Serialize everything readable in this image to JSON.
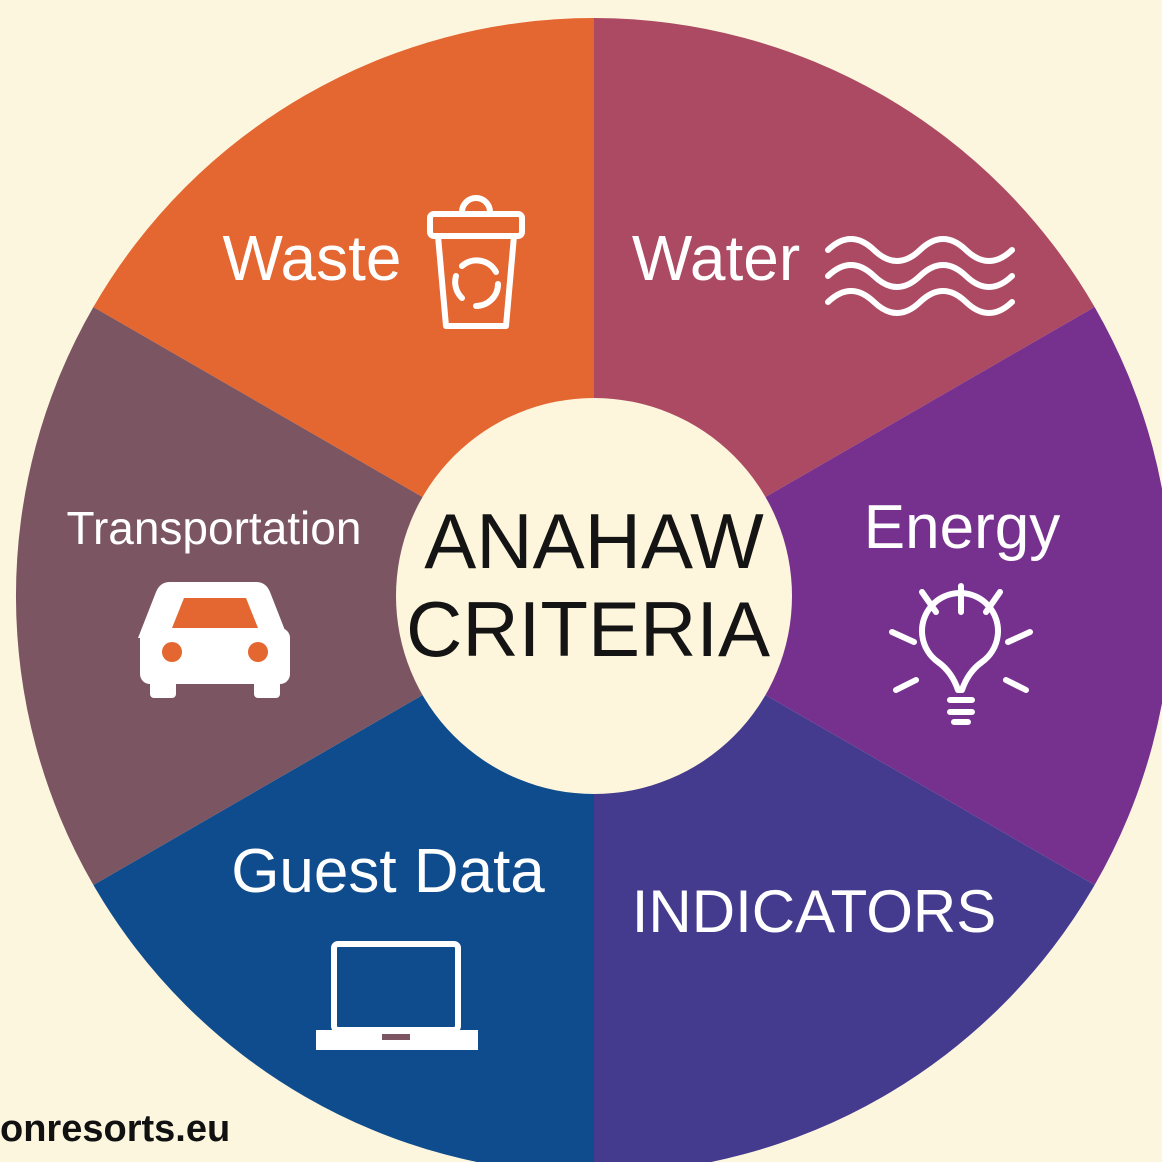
{
  "center": {
    "line1": "ANAHAW",
    "line2": "CRITERIA"
  },
  "segments": [
    {
      "label": "Waste",
      "color": "#ac4a63",
      "icon": "recycle-bin-icon"
    },
    {
      "label": "Water",
      "color": "#76318f",
      "icon": "water-waves-icon"
    },
    {
      "label": "Energy",
      "color": "#443b8f",
      "icon": "lightbulb-icon"
    },
    {
      "label": "INDICATORS",
      "color": "#0f4c8e",
      "icon": ""
    },
    {
      "label": "Guest Data",
      "color": "#7b5561",
      "icon": "laptop-icon"
    },
    {
      "label": "Transportation",
      "color": "#e46630",
      "icon": "car-icon"
    }
  ],
  "footer": {
    "url": "onresorts.eu"
  },
  "colors": {
    "background": "#fdf6df",
    "center_fill": "#fdf5dc",
    "text_dark": "#141414"
  }
}
